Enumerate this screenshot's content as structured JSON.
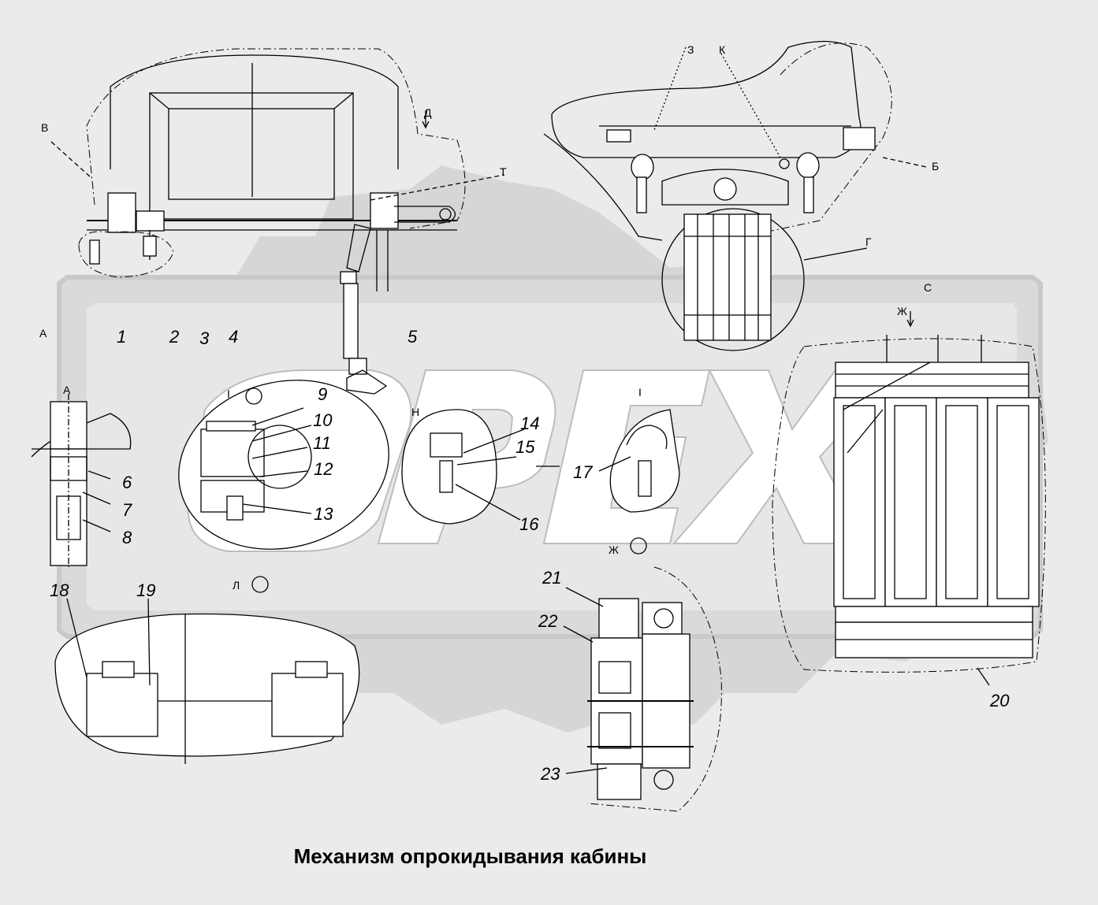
{
  "caption": "Механизм опрокидывания кабины",
  "watermark": "OPEX",
  "colors": {
    "background": "#ebebeb",
    "watermark": "#d4d4d4",
    "lines": "#000000"
  },
  "callouts": [
    "1",
    "2",
    "3",
    "4",
    "5",
    "6",
    "7",
    "8",
    "9",
    "10",
    "11",
    "12",
    "13",
    "14",
    "15",
    "16",
    "17",
    "18",
    "19",
    "20",
    "21",
    "22",
    "23"
  ],
  "view_labels": {
    "v": "В",
    "d": "Д",
    "a_top": "А",
    "a_detail": "А",
    "z": "З",
    "k": "К",
    "b": "Б",
    "g": "Г",
    "s": "С",
    "zh_top": "Ж",
    "zh_bottom": "Ж",
    "l_bottom": "Л",
    "n": "Н",
    "i": "I",
    "i2": "I",
    "t": "Т"
  }
}
